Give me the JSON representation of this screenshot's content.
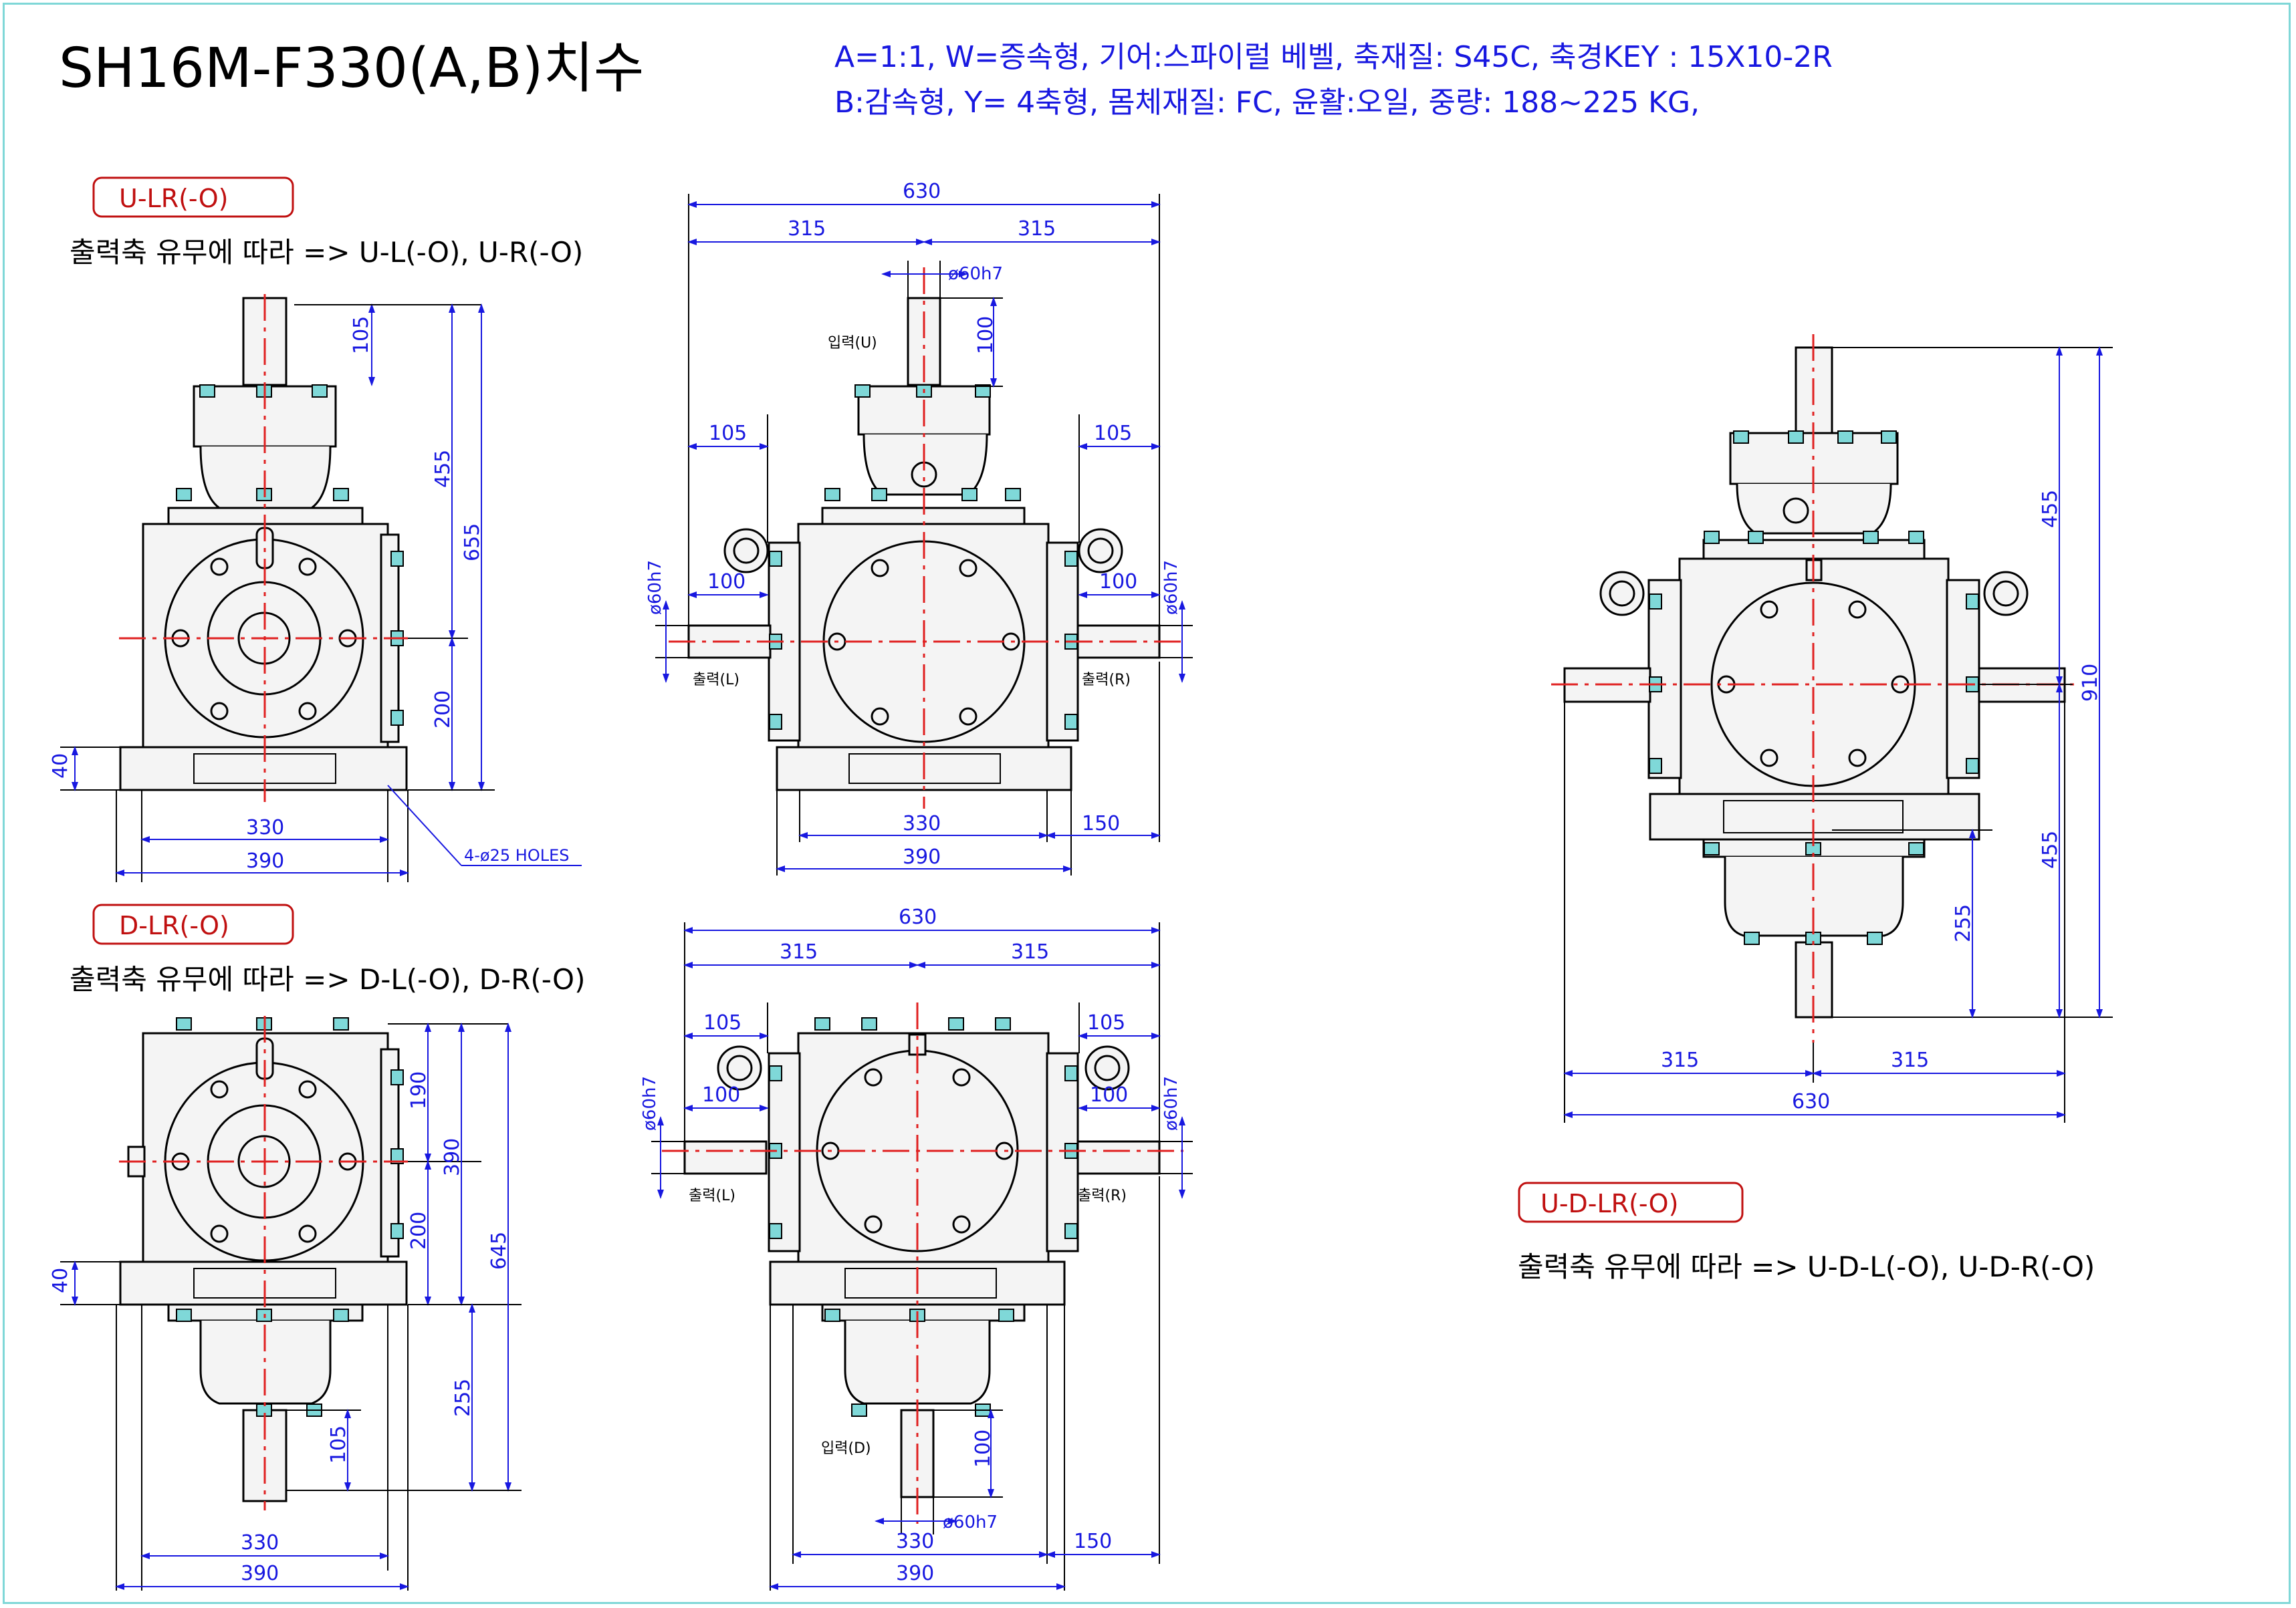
{
  "title": "SH16M-F330(A,B)치수",
  "specs": {
    "line1": "A=1:1,    W=증속형,     기어:스파이럴 베벨, 축재질: S45C, 축경KEY : 15X10-2R",
    "line2": "B:감속형, Y= 4축형,      몸체재질: FC,       윤활:오일,       중량: 188~225 KG,"
  },
  "views": {
    "u_lr": {
      "label": "U-LR(-O)",
      "note": "출력축 유무에 따라 => U-L(-O), U-R(-O)",
      "dims": {
        "d105": "105",
        "d455": "455",
        "d655": "655",
        "d200": "200",
        "d40": "40",
        "d330": "330",
        "d390": "390",
        "holes": "4-ø25 HOLES"
      }
    },
    "u_lr_front": {
      "dims": {
        "d630": "630",
        "d315a": "315",
        "d315b": "315",
        "phi_in": "ø60h7",
        "d100_in": "100",
        "d105l": "105",
        "d105r": "105",
        "phi_l": "ø60h7",
        "phi_r": "ø60h7",
        "d100l": "100",
        "d100r": "100",
        "d330": "330",
        "d390": "390",
        "d150": "150"
      },
      "input": "입력(U)",
      "out_l": "출력(L)",
      "out_r": "출력(R)"
    },
    "d_lr": {
      "label": "D-LR(-O)",
      "note": "출력축 유무에 따라 => D-L(-O), D-R(-O)",
      "dims": {
        "d190": "190",
        "d390v": "390",
        "d200": "200",
        "d645": "645",
        "d40": "40",
        "d255": "255",
        "d105": "105",
        "d330": "330",
        "d390": "390"
      }
    },
    "d_lr_front": {
      "dims": {
        "d630": "630",
        "d315a": "315",
        "d315b": "315",
        "d105l": "105",
        "d105r": "105",
        "phi_l": "ø60h7",
        "phi_r": "ø60h7",
        "d100l": "100",
        "d100r": "100",
        "d100_in": "100",
        "phi_in": "ø60h7",
        "d330": "330",
        "d390": "390",
        "d150": "150"
      },
      "input": "입력(D)",
      "out_l": "출력(L)",
      "out_r": "출력(R)"
    },
    "u_d_lr": {
      "label": "U-D-LR(-O)",
      "note": "출력축 유무에 따라 => U-D-L(-O), U-D-R(-O)",
      "dims": {
        "d455a": "455",
        "d910": "910",
        "d455b": "455",
        "d255": "255",
        "d315a": "315",
        "d315b": "315",
        "d630": "630"
      }
    }
  }
}
